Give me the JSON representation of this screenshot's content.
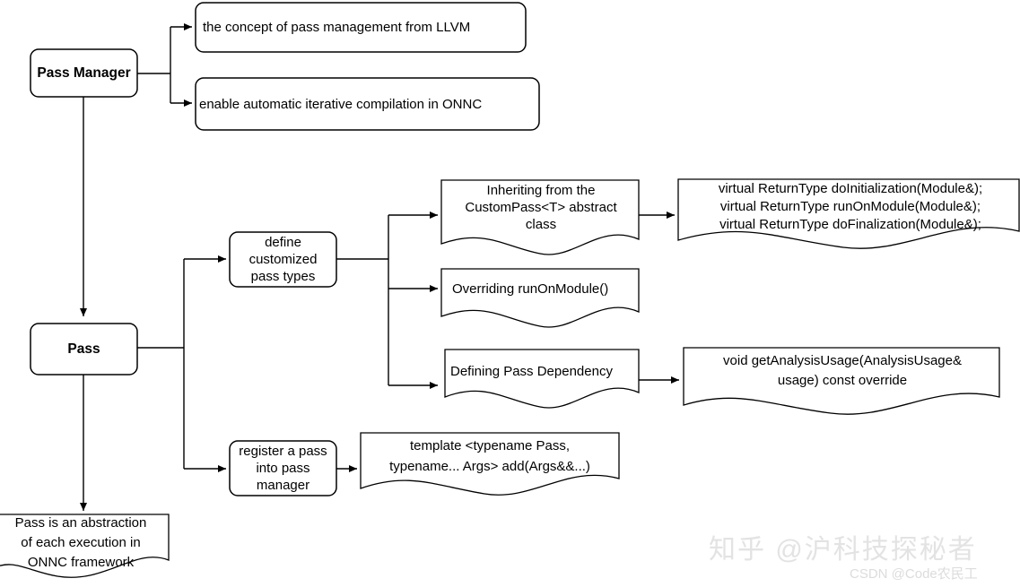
{
  "diagram": {
    "title": "ONNC Pass / Pass Manager flowchart",
    "stroke_color": "#000000",
    "fill_color": "#ffffff",
    "nodes": {
      "pass_manager": "Pass Manager",
      "concept_llvm": "the concept of pass management from LLVM",
      "enable_iterative": "enable automatic iterative compilation in ONNC",
      "pass": "Pass",
      "define_custom": "define\ncustomized\npass types",
      "inheriting": "Inheriting from the\nCustomPass<T> abstract\nclass",
      "overriding": "Overriding runOnModule()",
      "defining_dependency": "Defining Pass Dependency",
      "register_pass": "register a pass\ninto pass\nmanager",
      "virtual_methods": "virtual ReturnType doInitialization(Module&);\nvirtual ReturnType runOnModule(Module&);\nvirtual ReturnType doFinalization(Module&);",
      "get_analysis_usage": "void getAnalysisUsage(AnalysisUsage&\nusage) const override",
      "template_add": "template <typename Pass,\ntypename... Args> add(Args&&...)",
      "pass_abstraction": "Pass is an abstraction\nof each execution in\nONNC framework"
    }
  },
  "watermarks": {
    "zhihu": "知乎 @沪科技探秘者",
    "csdn": "CSDN @Code农民工"
  }
}
